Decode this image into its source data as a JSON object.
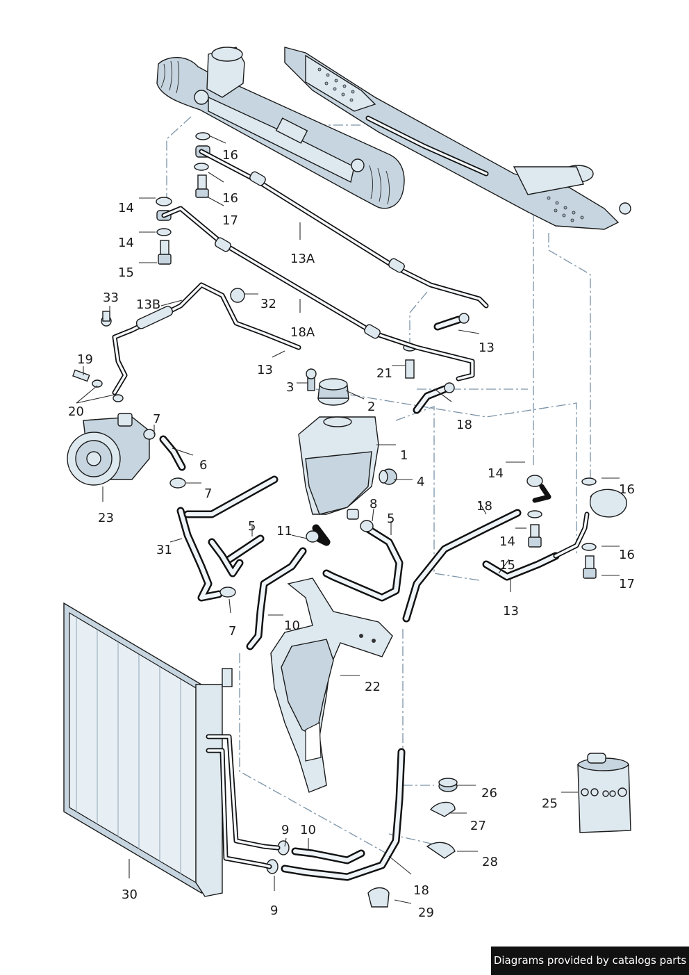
{
  "callouts": {
    "c1": "1",
    "c2": "2",
    "c3": "3",
    "c4": "4",
    "c5a": "5",
    "c5b": "5",
    "c6": "6",
    "c7a": "7",
    "c7b": "7",
    "c7c": "7",
    "c8": "8",
    "c9a": "9",
    "c9b": "9",
    "c10a": "10",
    "c10b": "10",
    "c11": "11",
    "c13a": "13",
    "c13b": "13",
    "c13c": "13",
    "c13A": "13A",
    "c13B": "13B",
    "c14a": "14",
    "c14b": "14",
    "c14c": "14",
    "c14d": "14",
    "c15a": "15",
    "c15b": "15",
    "c16a": "16",
    "c16b": "16",
    "c16c": "16",
    "c16d": "16",
    "c17a": "17",
    "c17b": "17",
    "c18a": "18",
    "c18b": "18",
    "c18c": "18",
    "c18A": "18A",
    "c19": "19",
    "c20": "20",
    "c21": "21",
    "c22": "22",
    "c23": "23",
    "c25": "25",
    "c26": "26",
    "c27": "27",
    "c28": "28",
    "c29": "29",
    "c30": "30",
    "c31": "31",
    "c32": "32",
    "c33": "33"
  },
  "credit": "Diagrams provided by catalogs parts",
  "colors": {
    "part_fill": "#dde8ef",
    "part_shade": "#c6d5df",
    "outline": "#1b1b1b",
    "dash_line": "#7a93a8"
  }
}
